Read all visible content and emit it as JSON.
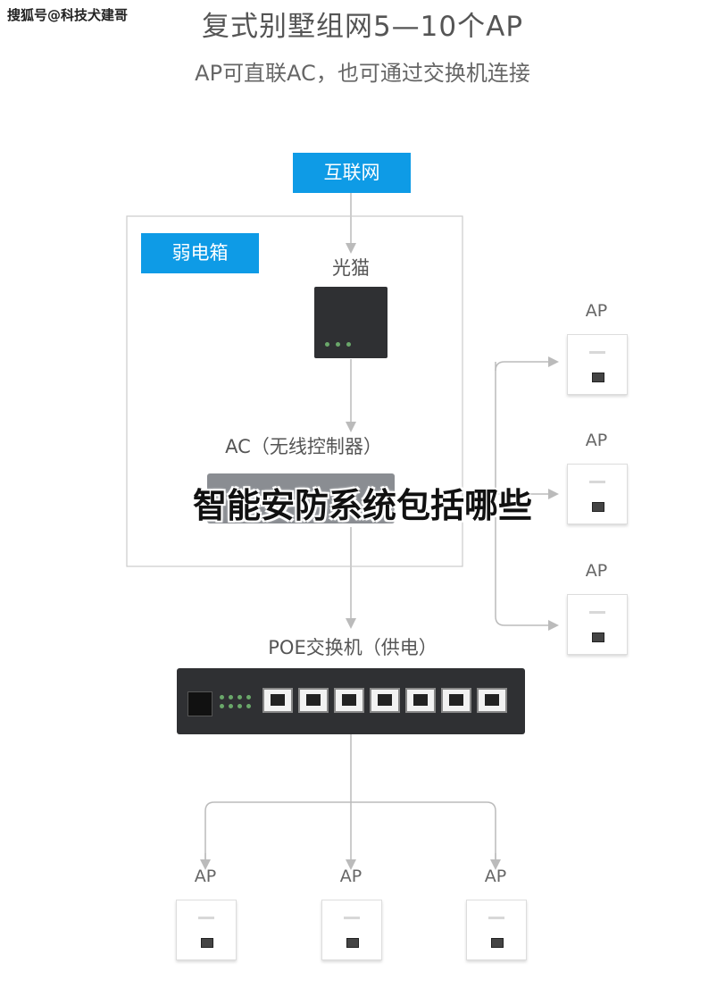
{
  "watermark": "搜狐号@科技犬建哥",
  "title": "复式别墅组网5—10个AP",
  "subtitle": "AP可直联AC，也可通过交换机连接",
  "nodes": {
    "internet": "互联网",
    "weak_box": "弱电箱",
    "modem": "光猫",
    "ac": "AC（无线控制器）",
    "poe": "POE交换机（供电）",
    "ap": "AP"
  },
  "overlay_caption": "智能安防系统包括哪些",
  "colors": {
    "accent": "#0e9be6",
    "device_dark": "#2f3033",
    "line": "#bbbbbb"
  }
}
